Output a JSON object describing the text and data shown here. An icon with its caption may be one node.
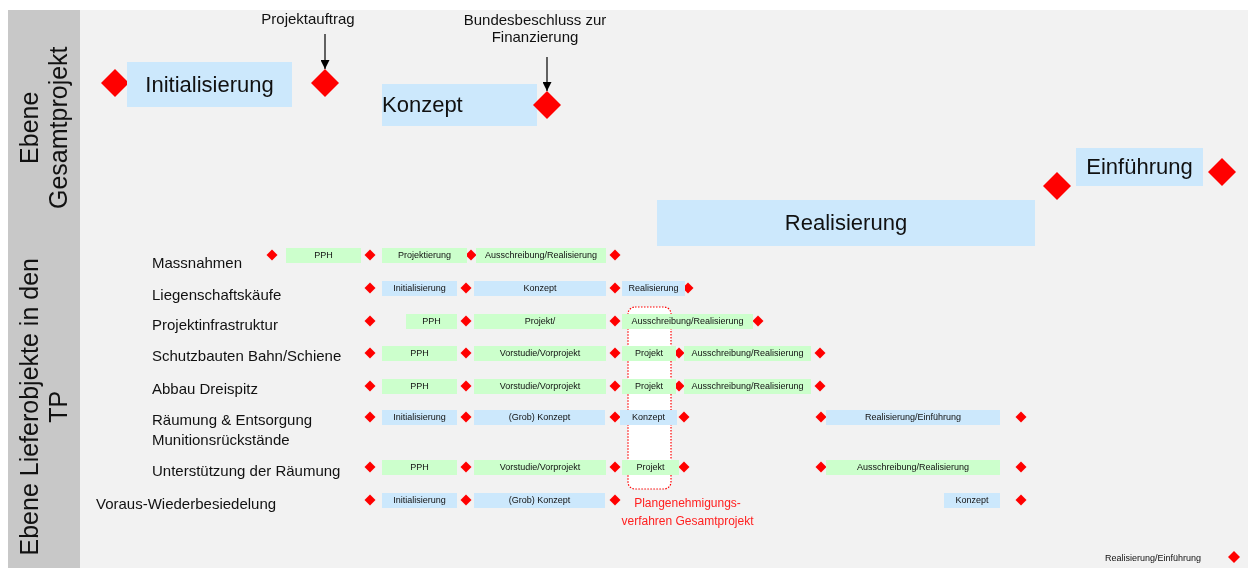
{
  "diagram": {
    "nodes": [
      {
        "text": [
          "Ebene Gesamtprojekt"
        ]
      },
      {
        "text": [
          "Projektauftrag"
        ]
      },
      {
        "text": [
          "Bundesbeschluss zur Finanzierung"
        ]
      },
      {
        "text": [],
        "shape": "diamond"
      },
      {
        "text": [
          "Initialisierung"
        ]
      },
      {
        "text": [],
        "shape": "diamond"
      },
      {
        "text": [
          "Konzept"
        ]
      },
      {
        "text": [],
        "shape": "diamond"
      },
      {
        "text": [
          "Einführung"
        ]
      },
      {
        "text": [],
        "shape": "diamond"
      },
      {
        "text": [],
        "shape": "diamond"
      },
      {
        "text": [
          "Realisierung"
        ]
      },
      {
        "text": [
          "Ebene Lieferobjekte in den TP"
        ]
      },
      {
        "text": [
          "PPH"
        ]
      },
      {
        "text": [
          "Projektierung"
        ]
      },
      {
        "text": [
          "Ausschreibung/Realisierung"
        ]
      },
      {
        "text": [
          "Initialisierung"
        ]
      },
      {
        "text": [
          "Konzept"
        ]
      },
      {
        "text": [
          "Realisierung"
        ]
      },
      {
        "text": [
          "PPH"
        ]
      },
      {
        "text": [
          "Projekt/"
        ]
      },
      {
        "text": [
          "Ausschreibung/Realisierung"
        ]
      },
      {
        "text": [
          "PPH"
        ]
      },
      {
        "text": [
          "Vorstudie/Vorprojekt"
        ]
      },
      {
        "text": [
          "Projekt"
        ]
      },
      {
        "text": [
          "Ausschreibung/Realisierung"
        ]
      },
      {
        "text": [
          "PPH"
        ]
      },
      {
        "text": [
          "Vorstudie/Vorprojekt"
        ]
      },
      {
        "text": [
          "Projekt"
        ]
      },
      {
        "text": [
          "Ausschreibung/Realisierung"
        ]
      },
      {
        "text": [
          "Initialisierung"
        ]
      },
      {
        "text": [
          "(Grob) Konzept"
        ]
      },
      {
        "text": [
          "Konzept"
        ]
      },
      {
        "text": [
          "Realisierung/Einführung"
        ]
      },
      {
        "text": [
          "PPH"
        ]
      },
      {
        "text": [
          "Vorstudie/Vorprojekt"
        ]
      },
      {
        "text": [
          "Projekt"
        ]
      },
      {
        "text": [
          "Ausschreibung/Realisierung"
        ]
      },
      {
        "text": [
          "Initialisierung"
        ]
      },
      {
        "text": [
          "(Grob) Konzept"
        ]
      },
      {
        "text": [
          "Konzept"
        ]
      }
    ],
    "edges": [
      {
        "from": 1,
        "to": 5,
        "arrow": "to"
      },
      {
        "from": 2,
        "to": 7,
        "arrow": "to"
      }
    ],
    "labels": [
      "Massnahmen",
      "Liegenschaftskäufe",
      "Projektinfrastruktur",
      "Schutzbauten Bahn/Schiene",
      "Abbau Dreispitz",
      "Räumung & Entsorgung Munitionsrückstände",
      "Unterstützung der Räumung",
      "Voraus-Wiederbesiedelung",
      "Plangenehmigungs- verfahren Gesamtprojekt"
    ],
    "legend": [
      {
        "text": "Realisierung/Einführung"
      }
    ]
  }
}
